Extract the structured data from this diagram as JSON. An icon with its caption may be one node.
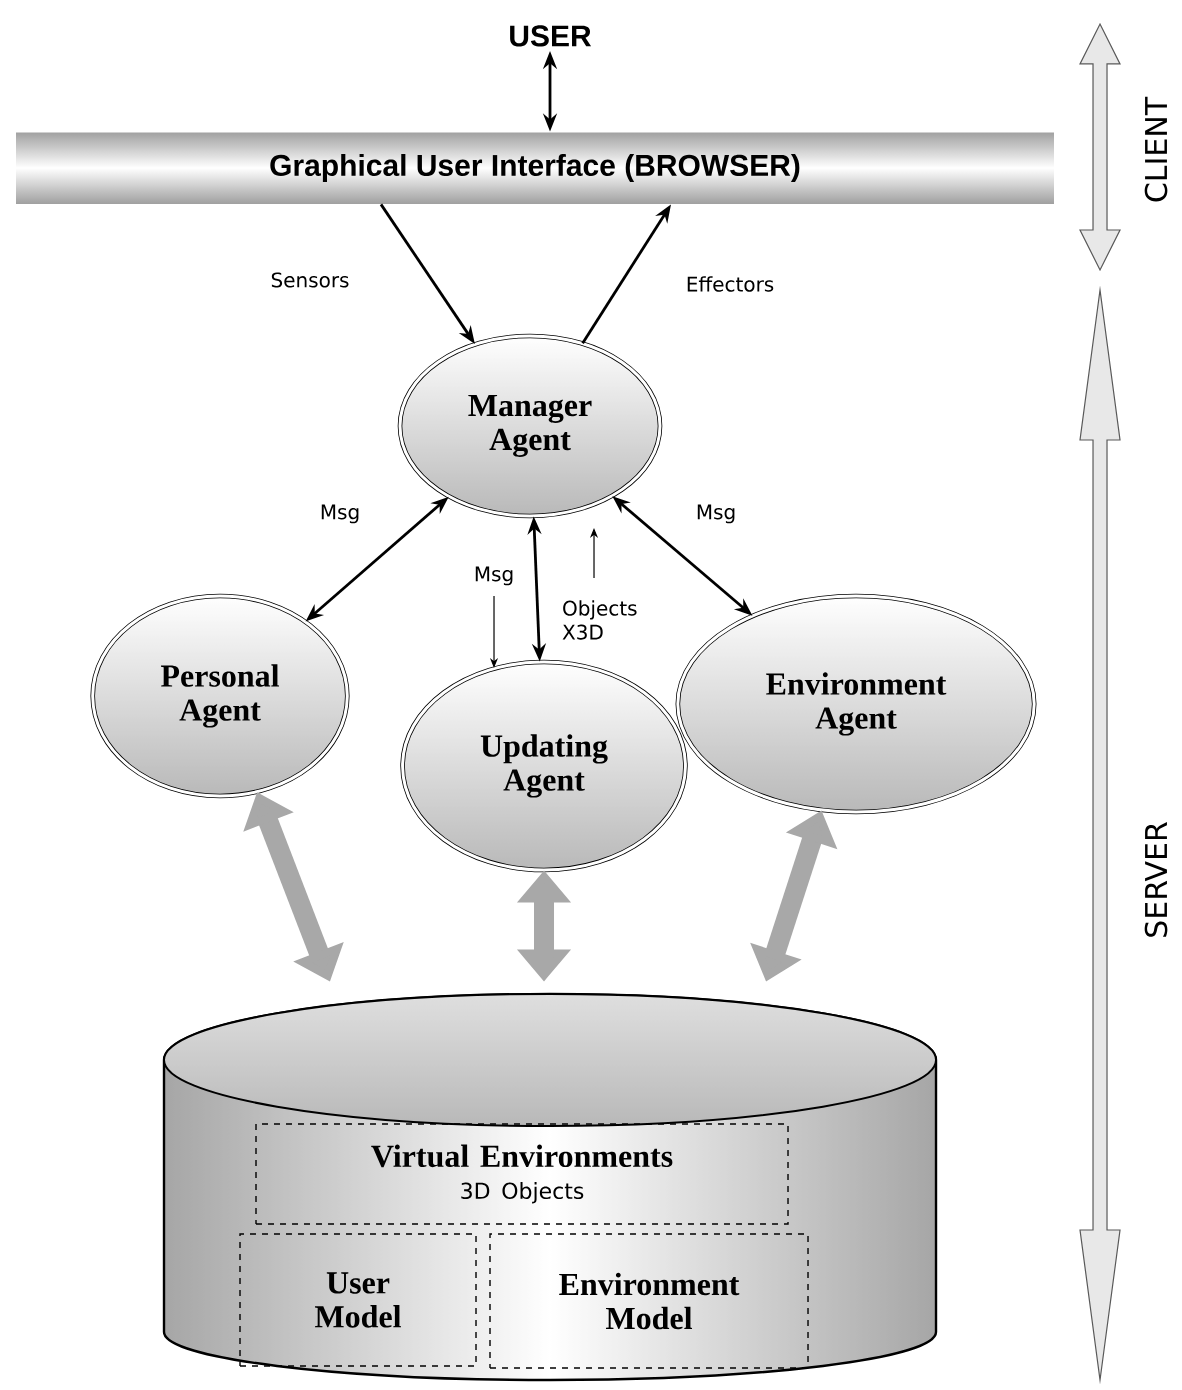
{
  "diagram": {
    "nodes": [
      {
        "text": [
          "USER"
        ]
      },
      {
        "text": [
          "Graphical User Interface (BROWSER)"
        ]
      },
      {
        "text": [
          "Manager Agent"
        ]
      },
      {
        "text": [
          "Personal Agent"
        ]
      },
      {
        "text": [
          "Updating Agent"
        ]
      },
      {
        "text": [
          "Environment Agent"
        ]
      },
      {
        "text": [],
        "shape": "cylinder"
      },
      {
        "text": [
          "Virtual Environments",
          "3D Objects"
        ],
        "in": 6
      },
      {
        "text": [
          "User Model"
        ],
        "in": 6
      },
      {
        "text": [
          "Environment Model"
        ],
        "in": 6
      }
    ],
    "edges": [
      {
        "from": 0,
        "to": 1,
        "arrow": "both"
      },
      {
        "from": 1,
        "to": 2,
        "arrow": "to",
        "label": "Sensors"
      },
      {
        "from": 2,
        "to": 1,
        "arrow": "to",
        "label": "Effectors"
      },
      {
        "from": 2,
        "to": 3,
        "arrow": "both",
        "label": "Msg"
      },
      {
        "from": 2,
        "to": 4,
        "arrow": "both"
      },
      {
        "from": 2,
        "to": 5,
        "arrow": "both",
        "label": "Msg"
      },
      {
        "from": 3,
        "to": 6,
        "arrow": "both",
        "style": "thick",
        "color": "#a8a8a8"
      },
      {
        "from": 4,
        "to": 6,
        "arrow": "both",
        "style": "thick",
        "color": "#a8a8a8"
      },
      {
        "from": 5,
        "to": 6,
        "arrow": "both",
        "style": "thick",
        "color": "#a8a8a8"
      }
    ],
    "labels": [
      "Msg",
      "Objects X3D",
      "CLIENT",
      "SERVER"
    ]
  }
}
